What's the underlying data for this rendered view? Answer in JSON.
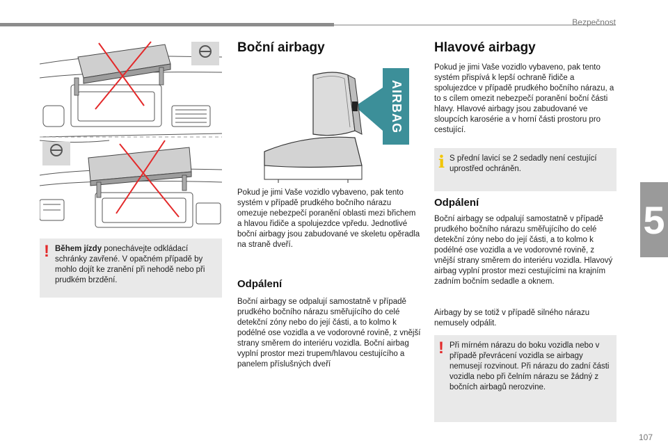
{
  "header": {
    "section_label": "Bezpečnost"
  },
  "side_tab": {
    "chapter_number": "5"
  },
  "footer": {
    "page_number": "107"
  },
  "left_column": {
    "warning": {
      "bold": "Během jízdy",
      "text": " ponechávejte odkládací schránky zavřené. V opačném případě by mohlo dojít ke zranění při nehodě nebo při prudkém brzdění."
    }
  },
  "middle_column": {
    "title": "Boční airbagy",
    "airbag_label": "AIRBAG",
    "intro": "Pokud je jimi Vaše vozidlo vybaveno, pak tento systém v případě prudkého bočního nárazu omezuje nebezpečí poranění oblasti mezi břichem a hlavou řidiče a spolujezdce vpředu. Jednotlivé boční airbagy jsou zabudované ve skeletu opěradla na straně dveří.",
    "deploy_title": "Odpálení",
    "deploy_text": "Boční airbagy se odpalují samostatně v případě prudkého bočního nárazu směřujícího do celé detekční zóny nebo do její části, a to kolmo k podélné ose vozidla a ve vodorovné rovině, z vnější strany směrem do interiéru vozidla. Boční airbag vyplní prostor mezi trupem/hlavou cestujícího a panelem příslušných dveří"
  },
  "right_column": {
    "title": "Hlavové airbagy",
    "intro": "Pokud je jimi Vaše vozidlo vybaveno, pak tento systém přispívá k lepší ochraně řidiče a spolujezdce v případě prudkého bočního nárazu, a to s cílem omezit nebezpečí poranění boční části hlavy. Hlavové airbagy jsou zabudované ve sloupcích karosérie a v horní části prostoru pro cestující.",
    "info_note": "S přední lavicí se 2 sedadly není cestující uprostřed ochráněn.",
    "deploy_title": "Odpálení",
    "deploy_text": "Boční airbagy se odpalují samostatně v případě prudkého bočního nárazu směřujícího do celé detekční zóny nebo do její části, a to kolmo k podélné ose vozidla a ve vodorovné rovině, z vnější strany směrem do interiéru vozidla. Hlavový airbag vyplní prostor mezi cestujícími na krajním zadním bočním sedadle a oknem.",
    "extra_text": "Airbagy by se totiž v případě silného nárazu nemusely odpálit.",
    "warning": "Při mírném nárazu do boku vozidla nebo v případě převrácení vozidla se airbagy nemusejí rozvinout. Při nárazu do zadní části vozidla nebo při čelním nárazu se žádný z bočních airbagů nerozvine."
  },
  "colors": {
    "warning": "#e3292a",
    "info": "#f2c500",
    "airbag_band": "#3c8f99",
    "note_bg": "#e9e9e9"
  },
  "icons": [
    "warning-exclamation-icon",
    "info-i-icon",
    "steering-wheel-icon",
    "red-cross-icon"
  ]
}
